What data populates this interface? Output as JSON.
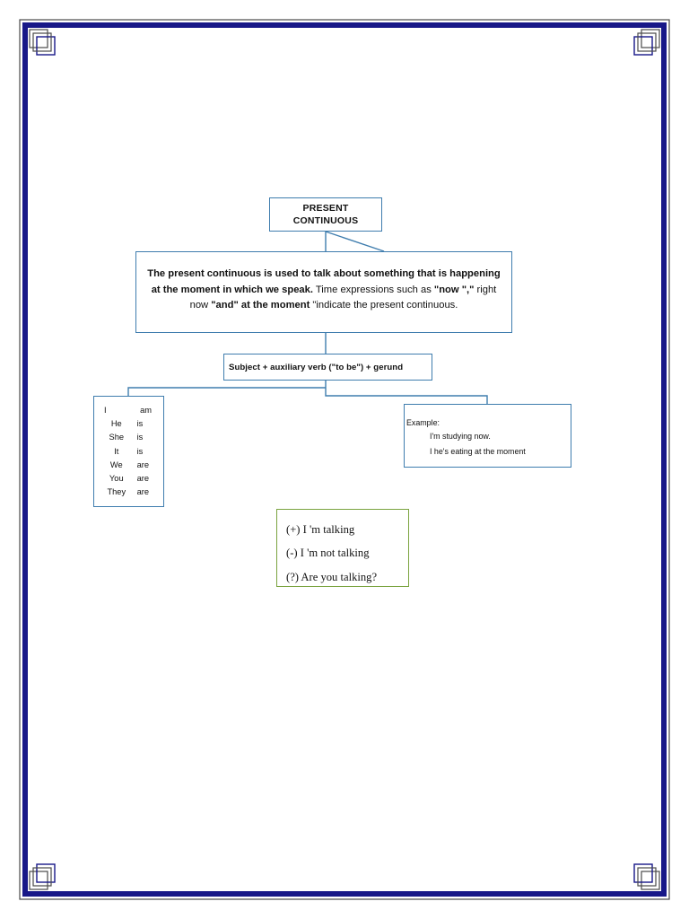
{
  "document": {
    "title": "PRESENT CONTINUOUS",
    "border_color": "#181888",
    "box_border_color": "#3f7dae",
    "green_border_color": "#7aa33f",
    "background": "#ffffff"
  },
  "diagram": {
    "title_box": {
      "line1": "PRESENT",
      "line2": "CONTINUOUS"
    },
    "definition_box": {
      "segments": [
        {
          "text": "The present continuous is used to talk about something that is happening at the moment in which we speak.",
          "bold": true
        },
        {
          "text": " Time expressions such as ",
          "bold": false
        },
        {
          "text": "\"now \",\"",
          "bold": true
        },
        {
          "text": " right now ",
          "bold": false
        },
        {
          "text": "\"and\"",
          "bold": true
        },
        {
          "text": " ",
          "bold": false
        },
        {
          "text": "at the moment",
          "bold": true
        },
        {
          "text": " \"indicate the present continuous.",
          "bold": false
        }
      ],
      "plain_text": "The present continuous is used to talk about something that is happening at the moment in which we speak. Time expressions such as \"now \",\" right now \"and\" at the moment \"indicate the present continuous."
    },
    "formula_box": {
      "text": "Subject + auxiliary verb (\"to be\") + gerund"
    },
    "conjugation_box": {
      "rows": [
        {
          "subject": "I",
          "verb": "am"
        },
        {
          "subject": "He",
          "verb": "is"
        },
        {
          "subject": "She",
          "verb": "is"
        },
        {
          "subject": "It",
          "verb": "is"
        },
        {
          "subject": "We",
          "verb": "are"
        },
        {
          "subject": "You",
          "verb": "are"
        },
        {
          "subject": "They",
          "verb": "are"
        }
      ]
    },
    "example_box": {
      "label": "Example:",
      "lines": [
        "I'm studying now.",
        "I he's eating at the moment"
      ]
    },
    "forms_box": {
      "lines": [
        "(+) I 'm talking",
        "(-) I 'm not talking",
        "(?) Are you talking?"
      ]
    }
  }
}
